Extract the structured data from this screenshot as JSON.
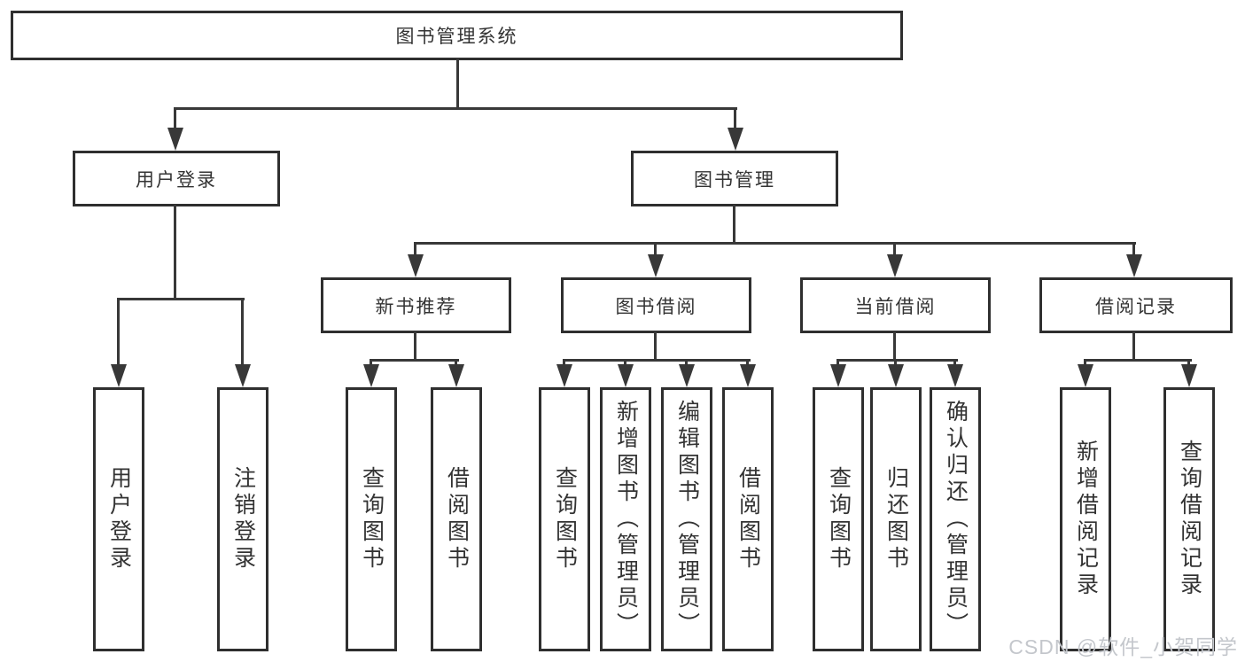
{
  "title": {
    "label": "图书管理系统"
  },
  "level2": [
    {
      "label": "用户登录"
    },
    {
      "label": "图书管理"
    }
  ],
  "level3": [
    {
      "label": "新书推荐"
    },
    {
      "label": "图书借阅"
    },
    {
      "label": "当前借阅"
    },
    {
      "label": "借阅记录"
    }
  ],
  "leaves": [
    {
      "label": "用户登录"
    },
    {
      "label": "注销登录"
    },
    {
      "label": "查询图书"
    },
    {
      "label": "借阅图书"
    },
    {
      "label": "查询图书"
    },
    {
      "label": "新增图书（管理员）"
    },
    {
      "label": "编辑图书（管理员）"
    },
    {
      "label": "借阅图书"
    },
    {
      "label": "查询图书"
    },
    {
      "label": "归还图书"
    },
    {
      "label": "确认归还（管理员）"
    },
    {
      "label": "新增借阅记录"
    },
    {
      "label": "查询借阅记录"
    }
  ],
  "watermark": {
    "text": "CSDN @软件_小贺同学"
  },
  "colors": {
    "line": "#383838",
    "box_border": "#2f2f2f",
    "text": "#333333",
    "watermark": "#c4c7cc",
    "background": "#ffffff"
  }
}
